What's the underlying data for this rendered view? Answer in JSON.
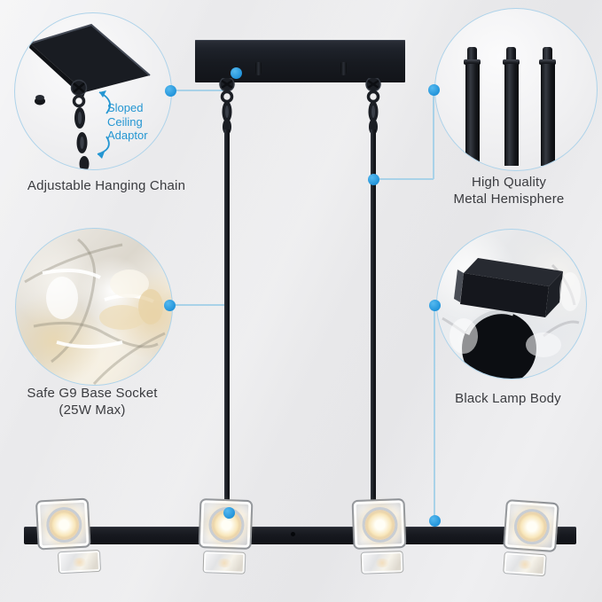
{
  "colors": {
    "accent_blue": "#2b9fe0",
    "leader_line_blue": "#a9d2e8",
    "annotation_blue": "#2496d2",
    "label_text": "#3a3b3f",
    "metal_black": "#16181e",
    "warm_glow": "#f8e6ba",
    "background_gray": "#ececee"
  },
  "callouts": {
    "hanging_chain": {
      "label": "Adjustable Hanging Chain",
      "annotation_lines": [
        "Sloped",
        "Ceiling",
        "Adaptor"
      ]
    },
    "metal_rods": {
      "label_lines": [
        "High Quality",
        "Metal Hemisphere"
      ]
    },
    "g9_socket": {
      "label_lines": [
        "Safe G9 Base Socket",
        "(25W Max)"
      ]
    },
    "lamp_body": {
      "label_lines": [
        "Black Lamp Body"
      ]
    }
  }
}
